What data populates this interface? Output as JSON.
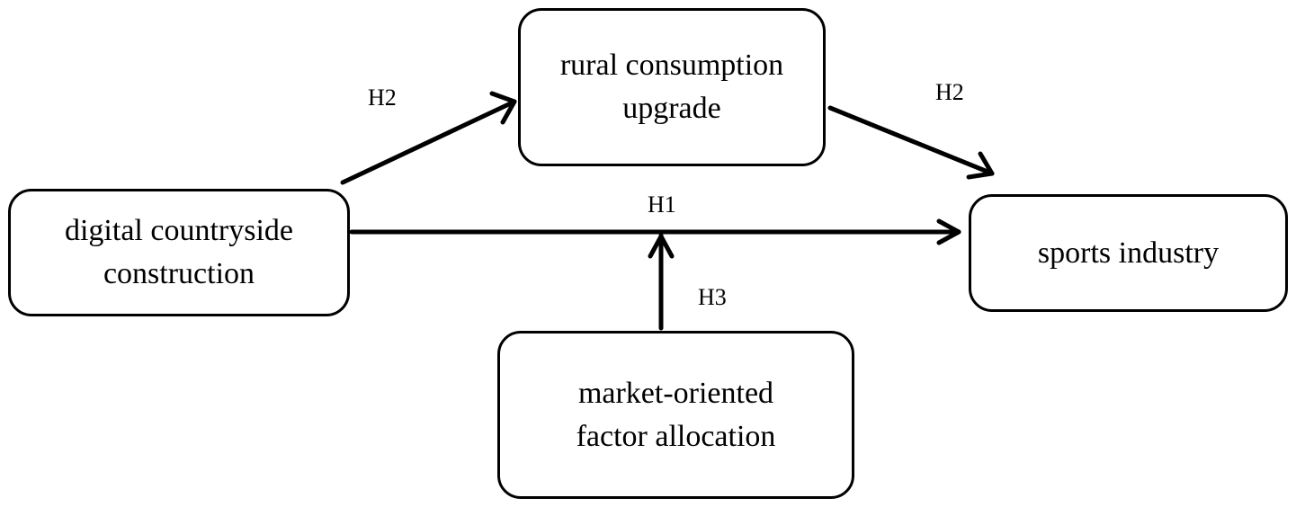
{
  "nodes": {
    "digital": "digital countryside\nconstruction",
    "rural": "rural consumption\nupgrade",
    "sports": "sports industry",
    "market": "market-oriented\nfactor allocation"
  },
  "edges": {
    "digital_to_rural": "H2",
    "rural_to_sports": "H2",
    "digital_to_sports": "H1",
    "market_to_h1": "H3"
  }
}
